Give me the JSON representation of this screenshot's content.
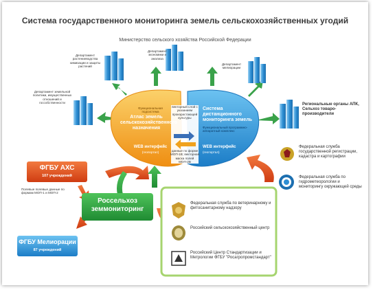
{
  "title": "Система государственного мониторинга земель сельскохозяйственных угодий",
  "subtitle": "Министерство сельского хозяйства Российской Федерации",
  "departments_left": [
    "Департамент растениеводства химизации и защиты растений",
    "Департамент экономики и анализа",
    "Департамент мелиорации",
    "Департамент земельной политики, имущественных отношений и госсобственности"
  ],
  "regional": "Региональные органы АПК, Сельхоз товаро-производители",
  "atlas": {
    "subtitle": "Функциональная подсистема",
    "title": "Атлас земель сельскохозяйственного назначения",
    "web": "WEB интерфейс",
    "web_sub": "(геопортал)"
  },
  "remote": {
    "title": "Система дистанционного мониторинга земель",
    "subtitle": "Функциональный программно-аппаратный комплекс",
    "web": "WEB интерфейс",
    "web_sub": "(геопортал)"
  },
  "center_notes": {
    "top": "векторный слой с указанием произрастающей культуры",
    "bottom": "данные по форме МОП-1В; векторная маска полей МОП-2В"
  },
  "fgbu_axc": {
    "title": "ФГБУ АХС",
    "count": "107 учреждений"
  },
  "fgbu_melior": {
    "title": "ФГБУ Мелиорации",
    "count": "87 учреждений"
  },
  "axc_note": "Полевые полевые данные по формам МОП-1 и МОП-2",
  "rosselhoz": "Россельхоз земмониторинг",
  "federal_right": [
    "Федеральная служба государственной регистрации, кадастра и картографии",
    "Федеральная служба по гидрометеорологии и мониторингу окружающей среды"
  ],
  "federal_bottom": [
    "Федеральная служба по ветеринарному и фитосанитарному надзору",
    "Российский сельскохозяйственный центр",
    "Российский Центр Стандартизации и Метрологии ФГБУ \"Росагропромстандарт\""
  ],
  "colors": {
    "orange": "#f3a21c",
    "blue": "#2b93d6",
    "green": "#35a842",
    "red": "#e2541f",
    "light_green_border": "#a6d46f"
  }
}
